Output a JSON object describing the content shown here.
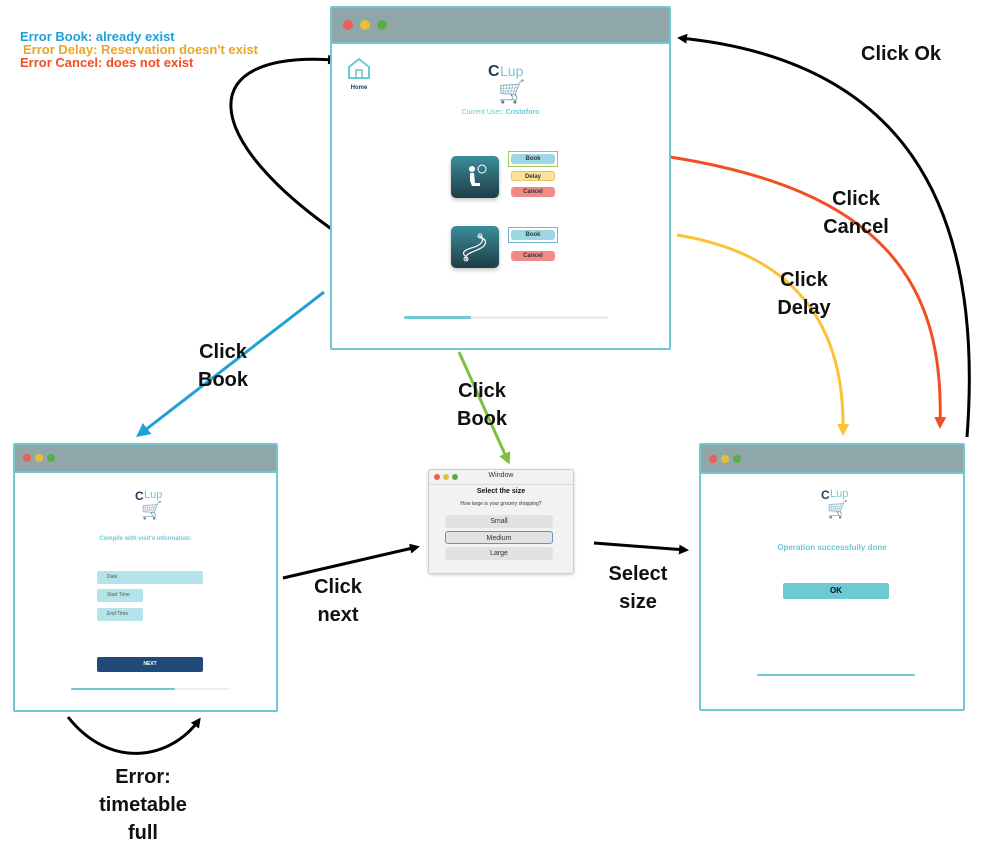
{
  "errors": {
    "book": "Error Book: already exist",
    "delay": "Error Delay: Reservation doesn't exist",
    "cancel": "Error Cancel: does not exist"
  },
  "colors": {
    "accent": "#6fc9d4",
    "titlebar": "#8fa7a8",
    "error_book": "#21a0d8",
    "error_delay": "#e8a62a",
    "error_cancel": "#f24e23",
    "arrow_red": "#f24e23",
    "arrow_yellow": "#fbc334",
    "arrow_green": "#7fbf3f",
    "arrow_blue": "#21a0d8",
    "navy": "#1f3c5a"
  },
  "main_window": {
    "home_label": "Home",
    "logo_c": "C",
    "logo_lup": "Lup",
    "current_user_prefix": "Current User: ",
    "current_user_name": "Cristoforo",
    "shop_buttons": {
      "book": "Book",
      "delay": "Delay",
      "cancel": "Cancel"
    },
    "walk_buttons": {
      "book": "Book",
      "cancel": "Cancel"
    },
    "progress": 0.33
  },
  "form_window": {
    "logo_c": "C",
    "logo_lup": "Lup",
    "heading": "Compile with visit's information:",
    "date_placeholder": "Date",
    "start_placeholder": "Start Time",
    "end_placeholder": "End Time",
    "next_label": "NEXT",
    "progress": 0.66
  },
  "size_popup": {
    "title": "Window",
    "heading": "Select the size",
    "question": "How large is your grocery shopping?",
    "options": [
      "Small",
      "Medium",
      "Large"
    ],
    "selected": "Medium"
  },
  "success_window": {
    "logo_c": "C",
    "logo_lup": "Lup",
    "message": "Operation successfully done",
    "ok_label": "OK",
    "progress": 1.0
  },
  "labels": {
    "click_ok": "Click Ok",
    "click_cancel_1": "Click",
    "click_cancel_2": "Cancel",
    "click_delay_1": "Click",
    "click_delay_2": "Delay",
    "click_book_left_1": "Click",
    "click_book_left_2": "Book",
    "click_book_mid_1": "Click",
    "click_book_mid_2": "Book",
    "click_next_1": "Click",
    "click_next_2": "next",
    "select_size_1": "Select",
    "select_size_2": "size",
    "error_timetable_1": "Error:",
    "error_timetable_2": "timetable",
    "error_timetable_3": "full"
  }
}
